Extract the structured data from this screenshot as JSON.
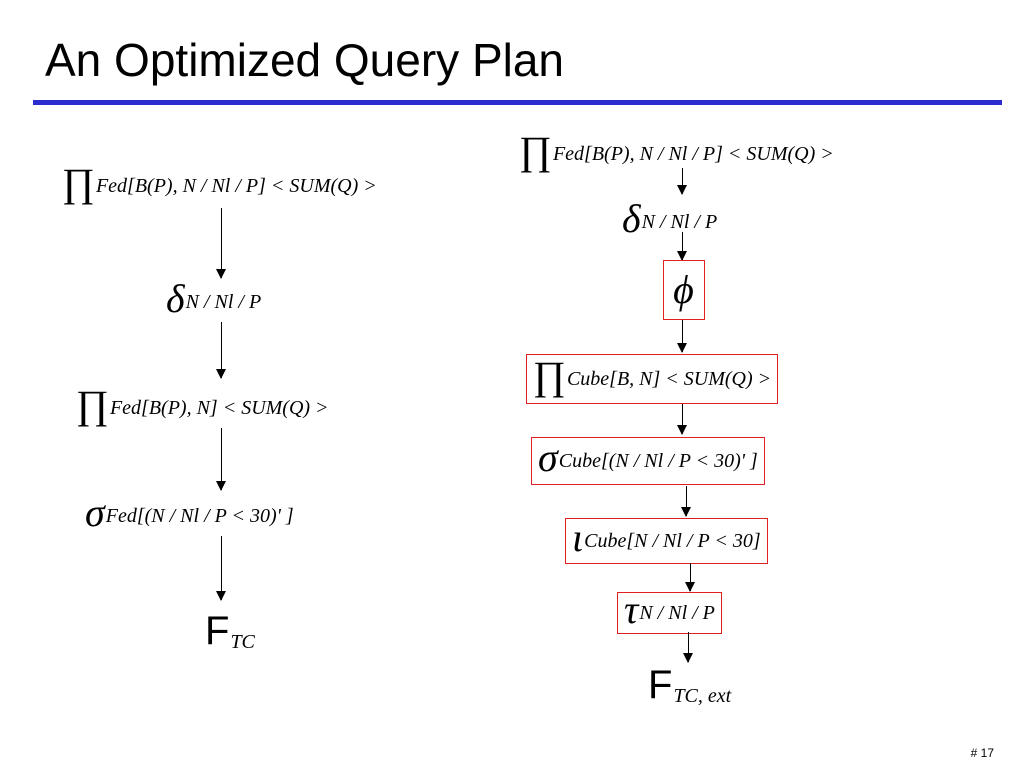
{
  "slide": {
    "title": "An Optimized Query Plan",
    "number": "# 17"
  },
  "left_plan": {
    "n1": {
      "symbol": "∏",
      "text": "Fed[B(P), N / Nl / P] < SUM(Q) >"
    },
    "n2": {
      "symbol": "δ",
      "text": "N / Nl / P"
    },
    "n3": {
      "symbol": "∏",
      "text": "Fed[B(P), N] < SUM(Q) >"
    },
    "n4": {
      "symbol": "σ",
      "text": "Fed[(N / Nl / P < 30)' ]"
    },
    "n5": {
      "symbol": "F",
      "text": "TC"
    }
  },
  "right_plan": {
    "n1": {
      "symbol": "∏",
      "text": "Fed[B(P), N / Nl / P] < SUM(Q) >"
    },
    "n2": {
      "symbol": "δ",
      "text": "N / Nl / P"
    },
    "n3": {
      "symbol": "ϕ",
      "text": ""
    },
    "n4": {
      "symbol": "∏",
      "text": "Cube[B, N] < SUM(Q) >"
    },
    "n5": {
      "symbol": "σ",
      "text": "Cube[(N / Nl / P < 30)' ]"
    },
    "n6": {
      "symbol": "ι",
      "text": "Cube[N / Nl / P < 30]"
    },
    "n7": {
      "symbol": "τ",
      "text": "N / Nl / P"
    },
    "n8": {
      "symbol": "F",
      "text": "TC, ext"
    }
  },
  "colors": {
    "title_rule": "#2b2bd0",
    "box_border": "#e02020"
  }
}
